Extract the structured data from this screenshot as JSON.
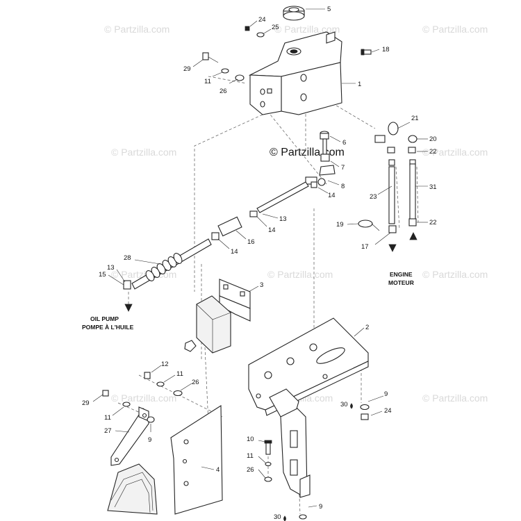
{
  "watermark": {
    "text": "© Partzilla.com",
    "center_text": "© Partzilla.com"
  },
  "callouts": [
    "1",
    "2",
    "3",
    "4",
    "5",
    "6",
    "7",
    "8",
    "9",
    "10",
    "11",
    "12",
    "13",
    "14",
    "15",
    "16",
    "17",
    "18",
    "19",
    "20",
    "21",
    "22",
    "23",
    "24",
    "25",
    "26",
    "27",
    "28",
    "29",
    "30",
    "31"
  ],
  "notes": {
    "oil_pump_en": "OIL PUMP",
    "oil_pump_fr": "POMPE À L'HUILE",
    "engine_en": "ENGINE",
    "engine_fr": "MOTEUR"
  }
}
